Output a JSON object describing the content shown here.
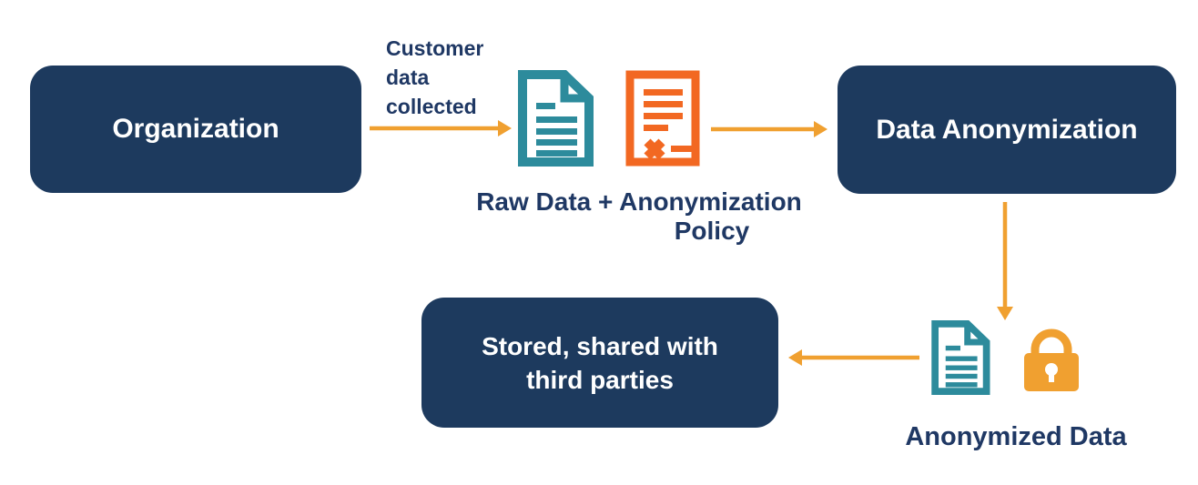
{
  "colors": {
    "node_fill": "#1d3a5e",
    "node_text": "#ffffff",
    "label_text": "#1f3864",
    "arrow_orange": "#f0a030",
    "document_teal": "#2d8b9c",
    "policy_orange": "#f26822",
    "lock_orange": "#f0a030",
    "background": "#ffffff"
  },
  "nodes": {
    "organization": {
      "label": "Organization"
    },
    "data_anonymization": {
      "label": "Data Anonymization"
    },
    "stored_shared": {
      "line1": "Stored, shared with",
      "line2": "third parties"
    }
  },
  "labels": {
    "customer_data": {
      "line1": "Customer",
      "line2": "data",
      "line3": "collected"
    },
    "raw_data_policy": {
      "line1": "Raw Data + Anonymization",
      "line2": "Policy"
    },
    "anonymized_data": {
      "label": "Anonymized Data"
    }
  },
  "icons": {
    "raw_document": "document-icon",
    "anonymization_policy": "policy-document-icon",
    "anonymized_document": "document-icon",
    "lock": "lock-icon"
  },
  "arrows": [
    {
      "name": "customer-data-arrow",
      "direction": "right",
      "from": "organization",
      "to": "raw-data-icons"
    },
    {
      "name": "to-anonymization-arrow",
      "direction": "right",
      "from": "raw-data-icons",
      "to": "data-anonymization"
    },
    {
      "name": "anonymization-output-arrow",
      "direction": "down",
      "from": "data-anonymization",
      "to": "anonymized-data-icons"
    },
    {
      "name": "to-storage-arrow",
      "direction": "left",
      "from": "anonymized-data-icons",
      "to": "stored-shared"
    }
  ]
}
